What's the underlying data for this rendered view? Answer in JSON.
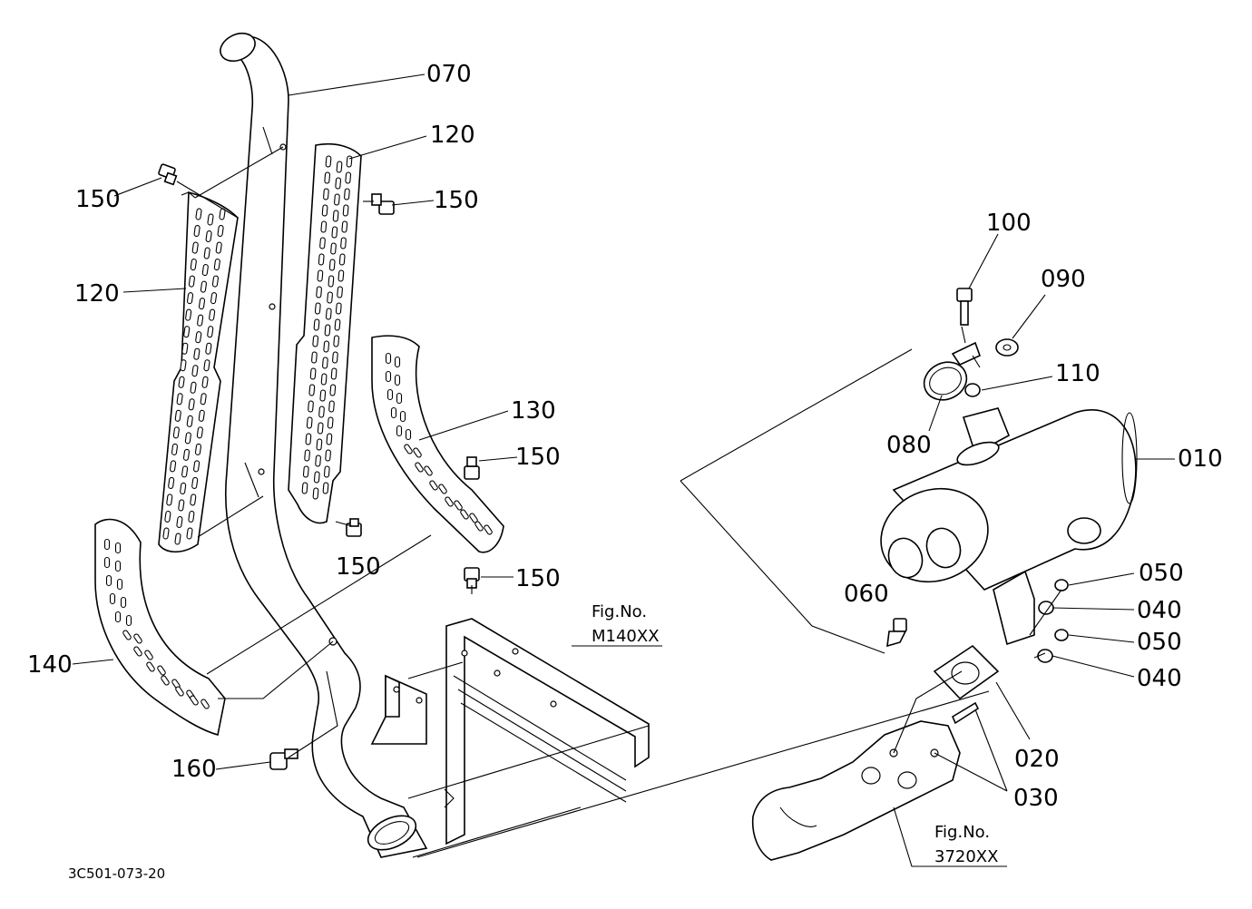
{
  "drawing": {
    "code": "3C501-073-20"
  },
  "references": [
    {
      "id": "ref-m140xx",
      "line1": "Fig.No.",
      "line2": "M140XX"
    },
    {
      "id": "ref-3720xx",
      "line1": "Fig.No.",
      "line2": "3720XX"
    }
  ],
  "callouts": [
    {
      "id": "c-070",
      "text": "070"
    },
    {
      "id": "c-120-right",
      "text": "120"
    },
    {
      "id": "c-150-top-left",
      "text": "150"
    },
    {
      "id": "c-150-top-right",
      "text": "150"
    },
    {
      "id": "c-120-left",
      "text": "120"
    },
    {
      "id": "c-130",
      "text": "130"
    },
    {
      "id": "c-150-mid-right",
      "text": "150"
    },
    {
      "id": "c-150-mid",
      "text": "150"
    },
    {
      "id": "c-150-low",
      "text": "150"
    },
    {
      "id": "c-140",
      "text": "140"
    },
    {
      "id": "c-160",
      "text": "160"
    },
    {
      "id": "c-100",
      "text": "100"
    },
    {
      "id": "c-090",
      "text": "090"
    },
    {
      "id": "c-110",
      "text": "110"
    },
    {
      "id": "c-080",
      "text": "080"
    },
    {
      "id": "c-010",
      "text": "010"
    },
    {
      "id": "c-050-top",
      "text": "050"
    },
    {
      "id": "c-060",
      "text": "060"
    },
    {
      "id": "c-040-top",
      "text": "040"
    },
    {
      "id": "c-050-low",
      "text": "050"
    },
    {
      "id": "c-040-low",
      "text": "040"
    },
    {
      "id": "c-020",
      "text": "020"
    },
    {
      "id": "c-030",
      "text": "030"
    }
  ]
}
